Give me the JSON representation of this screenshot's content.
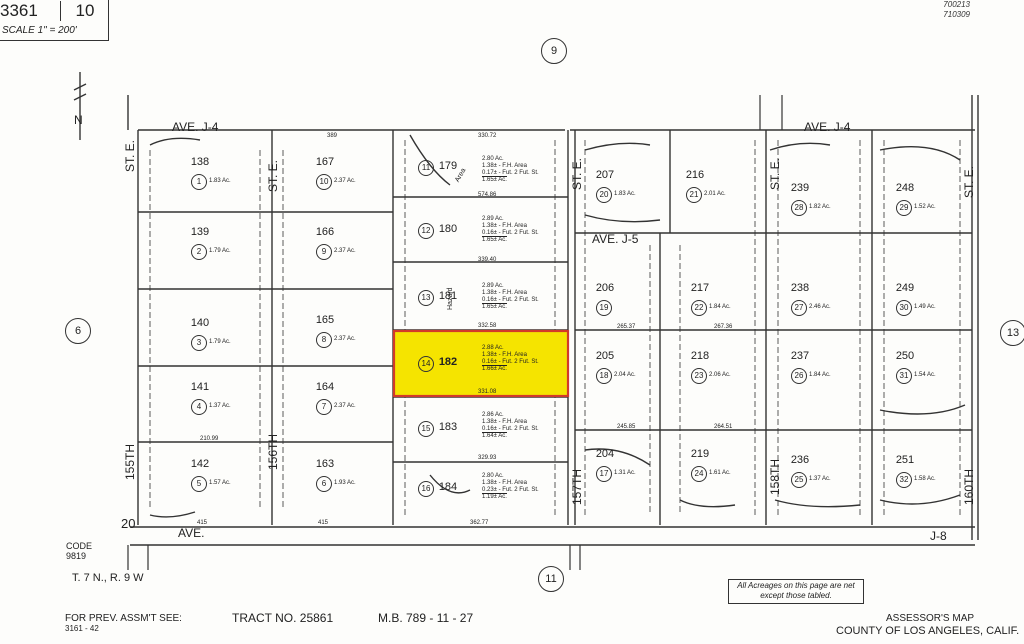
{
  "header": {
    "book": "3361",
    "page": "10",
    "scale": "SCALE 1\" = 200'",
    "stamp_lines": [
      "700213",
      "710309"
    ]
  },
  "adjacent_pages": {
    "top": "9",
    "left": "6",
    "right": "13",
    "bottom": "11"
  },
  "north_label": "N",
  "streets": {
    "ave_j4_left": "AVE.   J-4",
    "ave_j4_right": "AVE.   J-4",
    "ave_j5": "AVE.   J-5",
    "ave_left_bottom": "AVE.",
    "ave_j8": "J-8",
    "st_e_1": "ST. E.",
    "st_e_2": "ST. E.",
    "st_e_3": "ST. E.",
    "st_e_4": "ST. E.",
    "st_e_5": "ST. E.",
    "st_155": "155TH",
    "st_156": "156TH",
    "st_157": "157TH",
    "st_158": "158TH",
    "st_160": "160TH"
  },
  "parcels": [
    {
      "tract": "138",
      "parcel": "1",
      "acres": "1.83 Ac."
    },
    {
      "tract": "139",
      "parcel": "2",
      "acres": "1.79 Ac."
    },
    {
      "tract": "140",
      "parcel": "3",
      "acres": "1.79 Ac."
    },
    {
      "tract": "141",
      "parcel": "4",
      "acres": "1.37 Ac."
    },
    {
      "tract": "142",
      "parcel": "5",
      "acres": "1.57 Ac."
    },
    {
      "tract": "163",
      "parcel": "6",
      "acres": "1.93 Ac."
    },
    {
      "tract": "164",
      "parcel": "7",
      "acres": "2.37 Ac."
    },
    {
      "tract": "165",
      "parcel": "8",
      "acres": "2.37 Ac."
    },
    {
      "tract": "166",
      "parcel": "9",
      "acres": "2.37 Ac."
    },
    {
      "tract": "167",
      "parcel": "10",
      "acres": "2.37 Ac."
    },
    {
      "tract": "179",
      "parcel": "11",
      "acres": ""
    },
    {
      "tract": "180",
      "parcel": "12",
      "acres": ""
    },
    {
      "tract": "181",
      "parcel": "13",
      "acres": ""
    },
    {
      "tract": "182",
      "parcel": "14",
      "acres": ""
    },
    {
      "tract": "183",
      "parcel": "15",
      "acres": ""
    },
    {
      "tract": "184",
      "parcel": "16",
      "acres": ""
    },
    {
      "tract": "204",
      "parcel": "17",
      "acres": "1.31 Ac."
    },
    {
      "tract": "205",
      "parcel": "18",
      "acres": "2.04 Ac."
    },
    {
      "tract": "206",
      "parcel": "19",
      "acres": ""
    },
    {
      "tract": "207",
      "parcel": "20",
      "acres": "1.83 Ac."
    },
    {
      "tract": "216",
      "parcel": "21",
      "acres": "2.01 Ac."
    },
    {
      "tract": "217",
      "parcel": "22",
      "acres": "1.84 Ac."
    },
    {
      "tract": "218",
      "parcel": "23",
      "acres": "2.06 Ac."
    },
    {
      "tract": "219",
      "parcel": "24",
      "acres": "1.61 Ac."
    },
    {
      "tract": "236",
      "parcel": "25",
      "acres": "1.37 Ac."
    },
    {
      "tract": "237",
      "parcel": "26",
      "acres": "1.84 Ac."
    },
    {
      "tract": "238",
      "parcel": "27",
      "acres": "2.46 Ac."
    },
    {
      "tract": "239",
      "parcel": "28",
      "acres": "1.82 Ac."
    },
    {
      "tract": "248",
      "parcel": "29",
      "acres": "1.52 Ac."
    },
    {
      "tract": "249",
      "parcel": "30",
      "acres": "1.49 Ac."
    },
    {
      "tract": "250",
      "parcel": "31",
      "acres": "1.54 Ac."
    },
    {
      "tract": "251",
      "parcel": "32",
      "acres": "1.58 Ac."
    }
  ],
  "highlighted_parcel": "182",
  "highlight_color": "#f5e400",
  "highlight_border": "#d23a2a",
  "center_notes": {
    "p179": [
      "2.80 Ac.",
      "1.38± - F.H. Area",
      "0.17± - Fut. 2 Fut. St.",
      "1.65± Ac."
    ],
    "p180": [
      "2.89 Ac.",
      "1.38± - F.H. Area",
      "0.16± - Fut. 2 Fut. St.",
      "1.65± Ac."
    ],
    "p181": [
      "2.89 Ac.",
      "1.38± - F.H. Area",
      "0.16± - Fut. 2 Fut. St.",
      "1.65± Ac."
    ],
    "p182": [
      "2.88 Ac.",
      "1.38± - F.H. Area",
      "0.16± - Fut. 2 Fut. St.",
      "1.66± Ac."
    ],
    "p183": [
      "2.86 Ac.",
      "1.38± - F.H. Area",
      "0.16± - Fut. 2 Fut. St.",
      "1.64± Ac."
    ],
    "p184": [
      "2.80 Ac.",
      "1.38± - F.H. Area",
      "0.23± - Fut. 2 Fut. St.",
      "1.19± Ac."
    ]
  },
  "hazard_label": "Hazard",
  "area_label": "Area",
  "dimensions": {
    "top_left": "389",
    "row_bottom": "210.99",
    "d330": "330.72",
    "d574": "574.86",
    "d339": "339.40",
    "d332": "332.58",
    "d331": "331.08",
    "d329": "329.93",
    "bottom_415a": "415",
    "bottom_415b": "415",
    "bottom_362": "362.77",
    "d265": "265.37",
    "d267": "267.36",
    "d245": "245.85",
    "d264": "264.51"
  },
  "code_block": {
    "label": "CODE",
    "value": "9819"
  },
  "township": "T. 7 N., R. 9 W",
  "section_20": "20",
  "footer": {
    "prev_assmt_label": "FOR PREV. ASSM'T SEE:",
    "prev_assmt_value": "3161 - 42",
    "tract": "TRACT NO. 25861",
    "mb": "M.B.  789 - 11 - 27",
    "assessor": "ASSESSOR'S MAP",
    "county": "COUNTY OF LOS ANGELES, CALIF."
  },
  "acreage_note": [
    "All Acreages on this page are net",
    "except those tabled."
  ],
  "colors": {
    "ink": "#333333",
    "paper": "#fdfdfb"
  }
}
